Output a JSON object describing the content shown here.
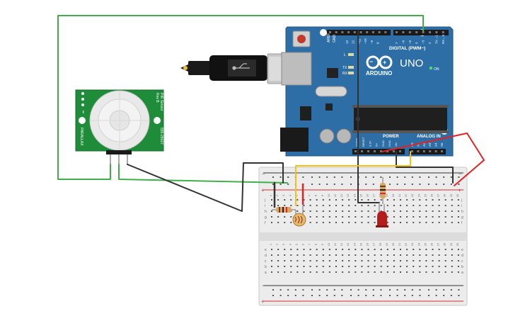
{
  "arduino": {
    "brand": "ARDUINO",
    "model": "UNO",
    "digital_label": "DIGITAL (PWM~)",
    "power_label": "POWER",
    "analog_label": "ANALOG IN",
    "on_label": "ON",
    "led_l": "L",
    "led_tx": "TX",
    "led_rx": "RX",
    "aref": "AREF",
    "gnd": "GND",
    "digital_pins": [
      "13",
      "12",
      "~11",
      "~10",
      "~9",
      "8",
      "7",
      "~6",
      "~5",
      "4",
      "~3",
      "2",
      "TX→1",
      "RX←0"
    ],
    "power_pins": [
      "IOREF",
      "RESET",
      "3.3V",
      "5V",
      "GND",
      "GND",
      "Vin"
    ],
    "analog_pins": [
      "A0",
      "A1",
      "A2",
      "A3",
      "A4",
      "A5"
    ]
  },
  "pir": {
    "name": "PIR Sensor",
    "model": "Rev B",
    "part": "555-28027",
    "brand": "PARALLAX"
  },
  "breadboard": {
    "row_letters_top": [
      "j",
      "i",
      "h",
      "g",
      "f"
    ],
    "row_letters_bottom": [
      "e",
      "d",
      "c",
      "b",
      "a"
    ],
    "column_numbers": [
      "1",
      "2",
      "3",
      "4",
      "5",
      "6",
      "7",
      "8",
      "9",
      "10",
      "11",
      "12",
      "13",
      "14",
      "15",
      "16",
      "17",
      "18",
      "19",
      "20",
      "21",
      "22",
      "23",
      "24",
      "25",
      "26",
      "27",
      "28",
      "29",
      "30"
    ],
    "rail_minus": "−",
    "rail_plus": "+"
  },
  "colors": {
    "board_blue": "#2d6ea6",
    "wire_green": "#3fae4a",
    "wire_black": "#333333",
    "wire_yellow": "#f2c21b",
    "wire_red": "#e02424",
    "pir_green": "#1f8c3a",
    "led_red": "#b51d1d"
  },
  "icons": [
    "usb-cable-icon",
    "usb-symbol-icon",
    "arduino-infinity-logo-icon",
    "resistor-icon",
    "photoresistor-icon",
    "led-icon"
  ]
}
